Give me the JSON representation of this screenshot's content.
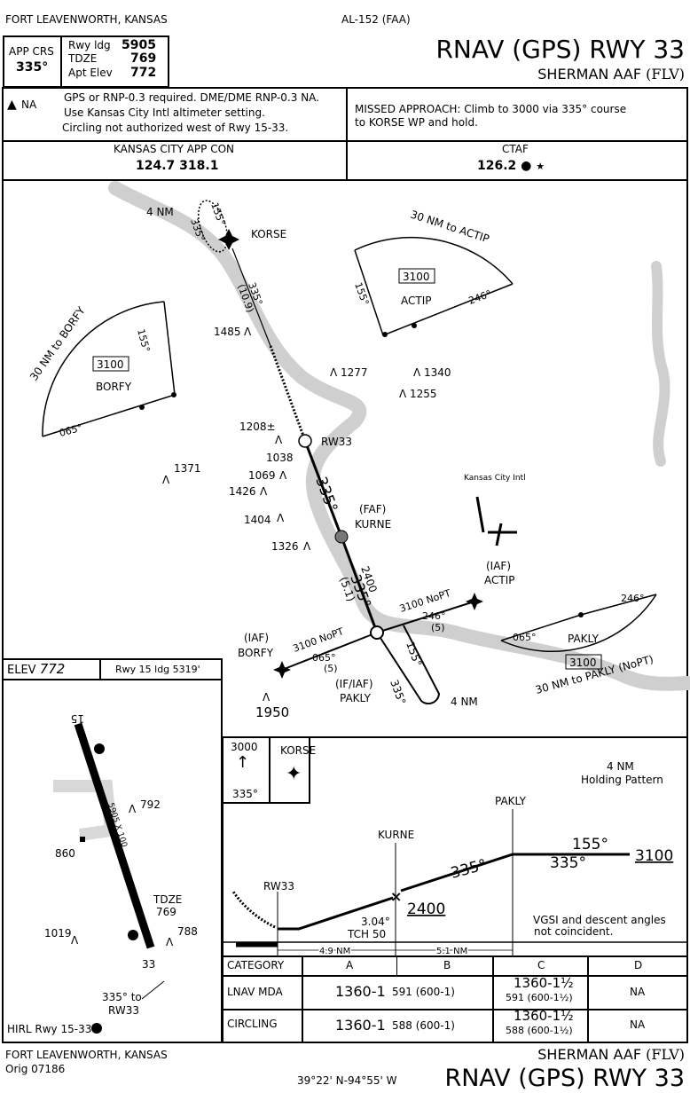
{
  "header": {
    "location": "FORT LEAVENWORTH, KANSAS",
    "chart_id": "AL-152 (FAA)",
    "title": "RNAV (GPS) RWY 33",
    "airport": "SHERMAN AAF",
    "airport_id": "(FLV)",
    "app_crs_label": "APP CRS",
    "app_crs": "335°",
    "rwy_ldg_label": "Rwy ldg",
    "rwy_ldg": "5905",
    "tdze_label": "TDZE",
    "tdze": "769",
    "apt_elev_label": "Apt Elev",
    "apt_elev": "772"
  },
  "notes": {
    "alt_na": "NA",
    "line1": "GPS or RNP-0.3 required.  DME/DME RNP-0.3 NA.",
    "line2": "Use Kansas City Intl altimeter setting.",
    "line3": "Circling not authorized west of Rwy 15-33.",
    "missed1": "MISSED APPROACH: Climb to 3000 via 335° course",
    "missed2": "to KORSE WP and hold."
  },
  "comms": {
    "app_label": "KANSAS CITY APP CON",
    "app_freq": "124.7 318.1",
    "ctaf_label": "CTAF",
    "ctaf_freq": "126.2",
    "star": "★"
  },
  "plan": {
    "korse": "KORSE",
    "korse_4nm": "4 NM",
    "korse_155": "155°",
    "korse_335": "335°",
    "leg_crs": "335°",
    "leg_dist": "(10.9)",
    "actip_taa": "30 NM to ACTIP",
    "actip_alt": "3100",
    "actip": "ACTIP",
    "actip_155": "155°",
    "actip_246": "246°",
    "borfy_taa": "30 NM to BORFY",
    "borfy_alt": "3100",
    "borfy": "BORFY",
    "borfy_155": "155°",
    "borfy_065": "065°",
    "pakly_taa": "30 NM to PAKLY (NoPT)",
    "pakly_alt": "3100",
    "pakly": "PAKLY",
    "pakly_065": "065°",
    "pakly_246": "246°",
    "rw33": "RW33",
    "faf": "(FAF)",
    "kurne": "KURNE",
    "final_crs": "335°",
    "final_alt": "2400",
    "final_dist": "(5.1)",
    "final_crs2": "335°",
    "iaf_actip1": "(IAF)",
    "iaf_actip2": "ACTIP",
    "actip_nopt": "3100 NoPT",
    "actip_crs": "246°",
    "actip_dist": "(5)",
    "iaf_borfy1": "(IAF)",
    "iaf_borfy2": "BORFY",
    "borfy_nopt": "3100 NoPT",
    "borfy_crs": "065°",
    "borfy_dist": "(5)",
    "if_iaf": "(IF/IAF)",
    "pakly_fix": "PAKLY",
    "hold_155": "155°",
    "hold_335": "335°",
    "hold_4nm": "4 NM",
    "kci": "Kansas City Intl",
    "obstacles": [
      "1485",
      "1277",
      "1340",
      "1255",
      "1208±",
      "1038",
      "1069",
      "1371",
      "1426",
      "1404",
      "1326",
      "1950"
    ]
  },
  "airport_diagram": {
    "elev_label": "ELEV",
    "elev": "772",
    "rwy15": "Rwy 15 ldg 5319'",
    "rwy_num_top": "15",
    "rwy_num_bottom": "33",
    "rwy_dims": "5905 X 100",
    "tdze_label": "TDZE",
    "tdze": "769",
    "obs": [
      "792",
      "860",
      "1019",
      "788"
    ],
    "missed_note1": "335° to",
    "missed_note2": "RW33",
    "hirl": "HIRL Rwy 15-33"
  },
  "profile": {
    "ma_alt": "3000",
    "ma_crs": "335°",
    "ma_fix": "KORSE",
    "hold1": "4 NM",
    "hold2": "Holding Pattern",
    "pakly": "PAKLY",
    "kurne": "KURNE",
    "rw33": "RW33",
    "out_crs": "155°",
    "in_crs": "335°",
    "alt_3100": "3100",
    "seg_crs": "335°",
    "alt_2400": "2400",
    "gpa": "3.04°",
    "tch": "TCH 50",
    "vgsi1": "VGSI and descent angles",
    "vgsi2": "not coincident.",
    "dist1": "4.9 NM",
    "dist2": "5.1 NM"
  },
  "minima": {
    "headers": [
      "CATEGORY",
      "A",
      "B",
      "C",
      "D"
    ],
    "rows": [
      {
        "label": "LNAV  MDA",
        "ab_main": "1360-1",
        "ab_sub": "591 (600-1)",
        "c_main": "1360-1½",
        "c_sub": "591 (600-1½)",
        "d": "NA"
      },
      {
        "label": "CIRCLING",
        "ab_main": "1360-1",
        "ab_sub": "588 (600-1)",
        "c_main": "1360-1½",
        "c_sub": "588 (600-1½)",
        "d": "NA"
      }
    ]
  },
  "footer": {
    "location": "FORT LEAVENWORTH, KANSAS",
    "amendment": "Orig 07186",
    "coords": "39°22' N-94°55' W",
    "airport": "SHERMAN AAF",
    "airport_id": "(FLV)",
    "title": "RNAV (GPS) RWY 33"
  }
}
